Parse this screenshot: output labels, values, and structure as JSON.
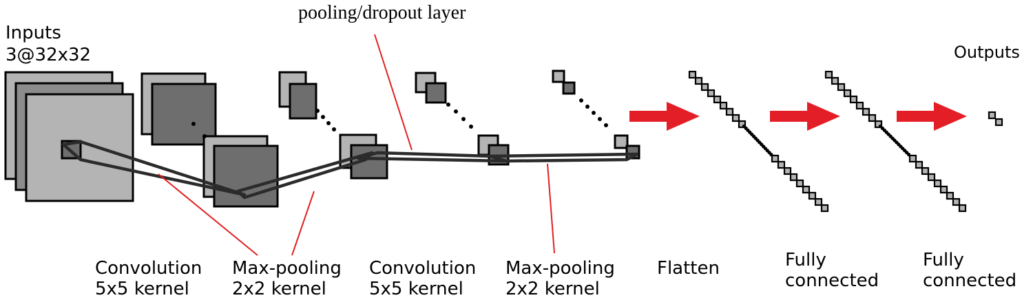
{
  "diagram": {
    "inputs_title": "Inputs",
    "inputs_shape": "3@32x32",
    "outputs_title": "Outputs",
    "pooling_dropout_label": "pooling/dropout layer",
    "stages": [
      {
        "line1": "Convolution",
        "line2": "5x5 kernel"
      },
      {
        "line1": "Max-pooling",
        "line2": "2x2 kernel"
      },
      {
        "line1": "Convolution",
        "line2": "5x5 kernel"
      },
      {
        "line1": "Max-pooling",
        "line2": "2x2 kernel"
      },
      {
        "line1": "Flatten",
        "line2": ""
      },
      {
        "line1": "Fully",
        "line2": "connected"
      },
      {
        "line1": "Fully",
        "line2": "connected"
      }
    ],
    "colors": {
      "annotation_red": "#e02020",
      "arrow_red": "#e41e26",
      "fill_light": "#b4b4b4",
      "fill_mid": "#8c8c8c",
      "fill_dark": "#6e6e6e",
      "stroke": "#000000"
    }
  }
}
